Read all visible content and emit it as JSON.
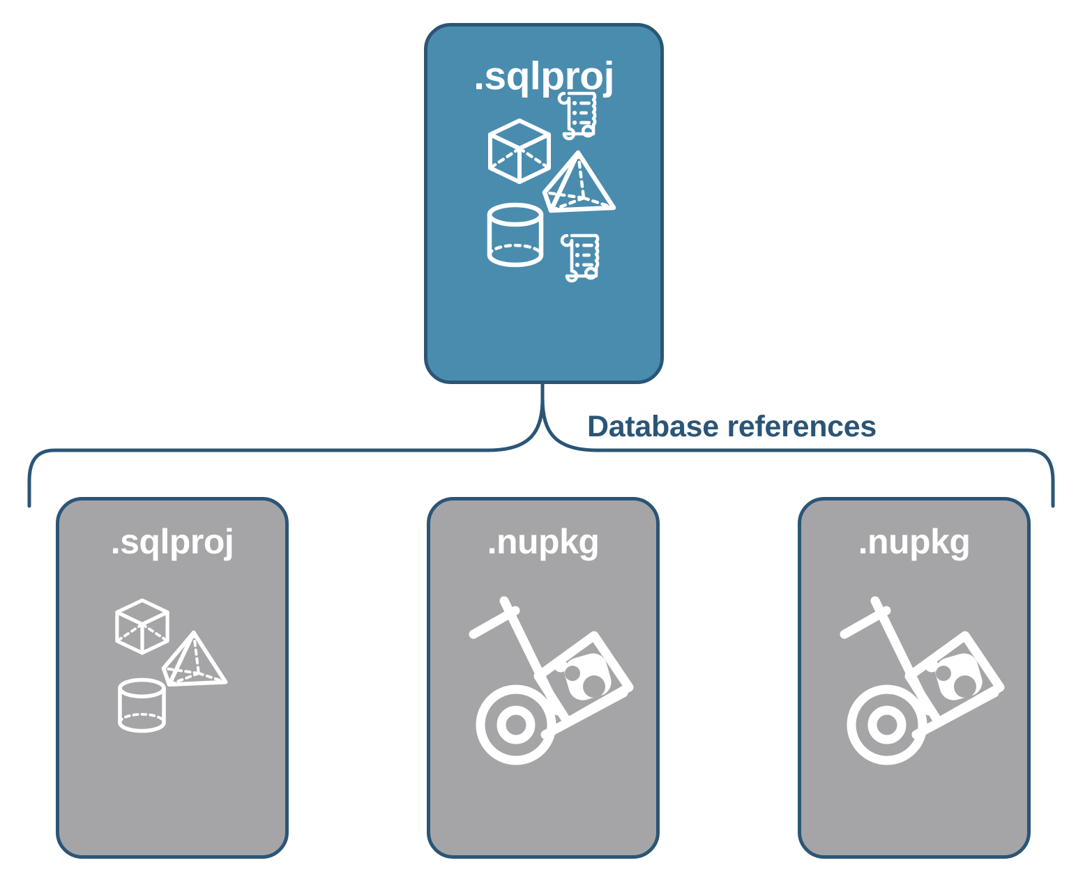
{
  "diagram": {
    "title_text": "Database references",
    "colors": {
      "node_fill_primary": "#4a8cae",
      "node_fill_secondary": "#a5a5a7",
      "node_border": "#2b5576",
      "label_text": "#2b5576",
      "node_title_text": "#ffffff",
      "background": "#ffffff"
    },
    "connector": {
      "name": "curly-brace-connector",
      "label": "Database references",
      "orientation": "top-to-bottom",
      "branches": 3
    },
    "nodes": {
      "root": {
        "id": "root-sqlproj",
        "title": ".sqlproj",
        "fill": "primary",
        "icons": [
          "cube-wireframe-icon",
          "scroll-script-icon",
          "pyramid-wireframe-icon",
          "cylinder-wireframe-icon",
          "scroll-script-icon"
        ]
      },
      "children": [
        {
          "id": "child-sqlproj",
          "title": ".sqlproj",
          "fill": "secondary",
          "icons": [
            "cube-wireframe-icon",
            "pyramid-wireframe-icon",
            "cylinder-wireframe-icon"
          ]
        },
        {
          "id": "child-nupkg-1",
          "title": ".nupkg",
          "fill": "secondary",
          "icons": [
            "nuget-package-handtruck-icon"
          ]
        },
        {
          "id": "child-nupkg-2",
          "title": ".nupkg",
          "fill": "secondary",
          "icons": [
            "nuget-package-handtruck-icon"
          ]
        }
      ]
    }
  }
}
